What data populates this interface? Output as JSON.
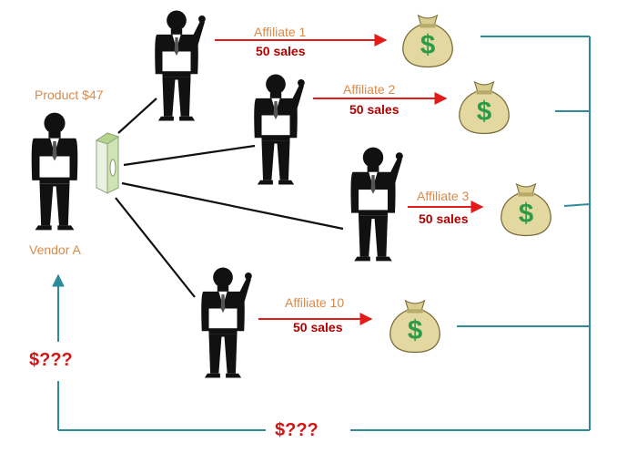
{
  "vendor": {
    "product_label": "Product $47",
    "name": "Vendor A"
  },
  "affiliates": [
    {
      "name": "Affiliate 1",
      "sales": "50 sales"
    },
    {
      "name": "Affiliate 2",
      "sales": "50 sales"
    },
    {
      "name": "Affiliate 3",
      "sales": "50 sales"
    },
    {
      "name": "Affiliate 10",
      "sales": "50 sales"
    }
  ],
  "payout": {
    "left_label": "$???",
    "bottom_label": "$???"
  },
  "colors": {
    "label_orange": "#d98a4a",
    "arrow_red": "#e31b1b",
    "sales_text": "#b10000",
    "money_text": "#d41414",
    "return_line": "#2e8b9a",
    "figure": "#111111",
    "bag": "#d9cd8f",
    "dollar": "#2e9a48"
  },
  "icons": [
    "businessman-icon",
    "product-box-icon",
    "money-bag-icon"
  ]
}
